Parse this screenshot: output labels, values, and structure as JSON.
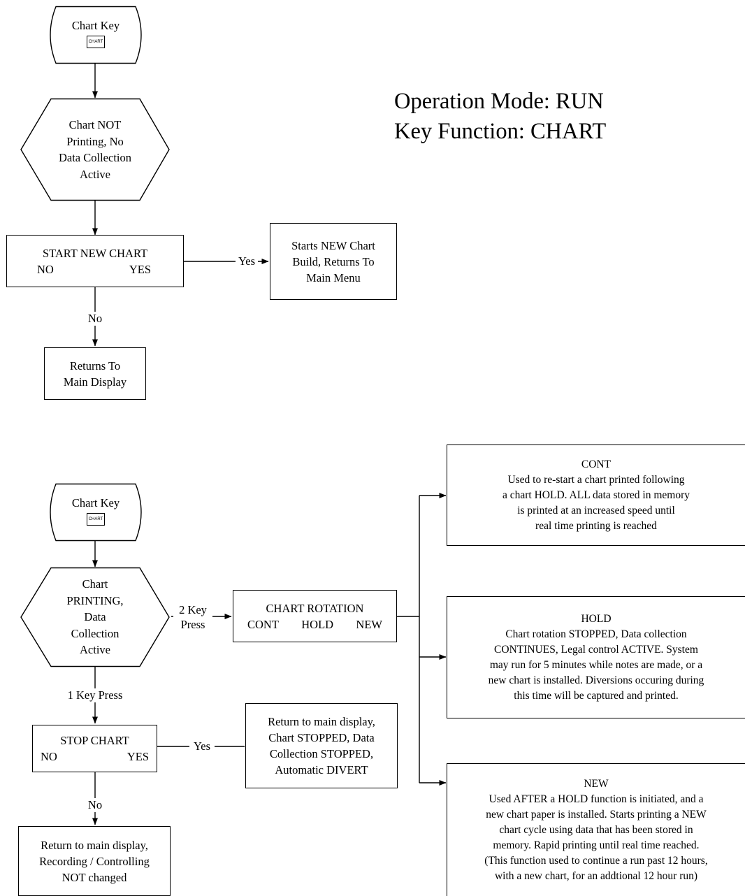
{
  "header": {
    "operation_mode": "Operation Mode:  RUN",
    "key_function": "Key Function:  CHART"
  },
  "flow1": {
    "start": {
      "title": "Chart Key",
      "key": "CHART"
    },
    "state": [
      "Chart NOT",
      "Printing, No",
      "Data Collection",
      "Active"
    ],
    "decision": {
      "title": "START NEW CHART",
      "left": "NO",
      "right": "YES"
    },
    "yes_label": "Yes",
    "no_label": "No",
    "yes_result": [
      "Starts NEW Chart",
      "Build, Returns To",
      "Main Menu"
    ],
    "no_result": [
      "Returns To",
      "Main Display"
    ]
  },
  "flow2": {
    "start": {
      "title": "Chart Key",
      "key": "CHART"
    },
    "state": [
      "Chart",
      "PRINTING,",
      "Data",
      "Collection",
      "Active"
    ],
    "two_key_label": [
      "2 Key",
      "Press"
    ],
    "one_key_label": "1 Key Press",
    "rotation": {
      "title": "CHART ROTATION",
      "options": [
        "CONT",
        "HOLD",
        "NEW"
      ]
    },
    "stop": {
      "title": "STOP CHART",
      "left": "NO",
      "right": "YES"
    },
    "yes_label": "Yes",
    "no_label": "No",
    "yes_result": [
      "Return to main display,",
      "Chart STOPPED, Data",
      "Collection STOPPED,",
      "Automatic DIVERT"
    ],
    "no_result": [
      "Return to main display,",
      "Recording / Controlling",
      "NOT changed"
    ],
    "cont": [
      "CONT",
      "Used to re-start a chart printed following",
      "a chart HOLD.  ALL data stored in memory",
      "is printed at an increased speed until",
      "real time printing is reached"
    ],
    "hold": [
      "HOLD",
      "Chart rotation STOPPED, Data collection",
      "CONTINUES, Legal control ACTIVE.  System",
      "may run for 5 minutes while notes are made, or a",
      "new chart is installed.  Diversions occuring during",
      "this time will be captured and printed."
    ],
    "new": [
      "NEW",
      "Used AFTER a HOLD function is initiated, and a",
      "new chart paper is installed.  Starts printing a NEW",
      "chart cycle using data that has been stored in",
      "memory.  Rapid printing until real time reached.",
      "(This function used to continue a run past 12 hours,",
      "with a new chart, for an addtional 12 hour run)"
    ]
  }
}
